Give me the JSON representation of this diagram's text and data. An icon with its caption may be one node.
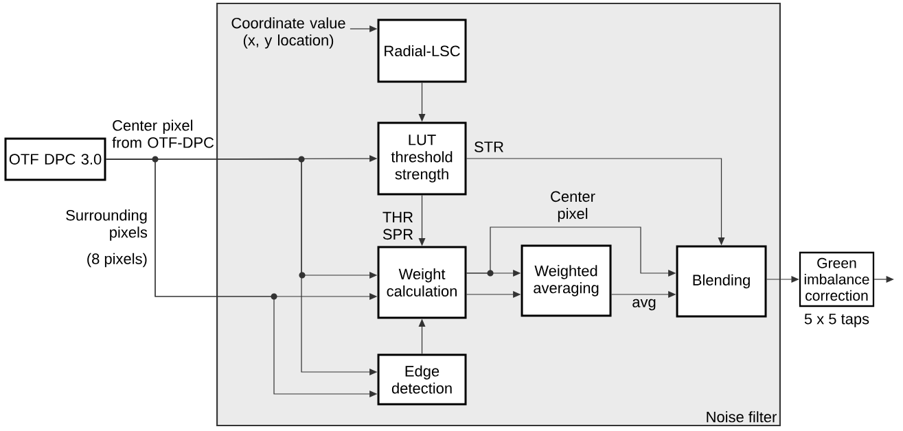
{
  "diagram": {
    "nodes": [
      {
        "text": [
          "Noise filter"
        ]
      },
      {
        "text": [
          "OTF DPC 3.0"
        ]
      },
      {
        "text": [
          "Coordinate value (x, y location)"
        ],
        "in": 0
      },
      {
        "text": [
          "Radial-LSC"
        ],
        "in": 0
      },
      {
        "text": [
          "LUT threshold strength"
        ],
        "in": 0
      },
      {
        "text": [
          "Weight calculation"
        ],
        "in": 0
      },
      {
        "text": [
          "Edge detection"
        ],
        "in": 0
      },
      {
        "text": [
          "Weighted averaging"
        ],
        "in": 0
      },
      {
        "text": [
          "Blending"
        ],
        "in": 0
      },
      {
        "text": [
          "Green imbalance correction"
        ],
        "beside": [
          "5 x 5 taps"
        ]
      }
    ],
    "edges": [
      {
        "from": 2,
        "to": 3,
        "arrow": "to"
      },
      {
        "from": 3,
        "to": 4,
        "arrow": "to"
      },
      {
        "from": 1,
        "to": 4,
        "arrow": "to",
        "label": "Center pixel from OTF-DPC"
      },
      {
        "from": 1,
        "to": 5,
        "arrow": "to"
      },
      {
        "from": 1,
        "to": 6,
        "arrow": "to"
      },
      {
        "from": 1,
        "to": 5,
        "arrow": "to",
        "label": "Surrounding pixels"
      },
      {
        "from": 1,
        "to": 6,
        "arrow": "to"
      },
      {
        "from": 4,
        "to": 5,
        "arrow": "to",
        "label": "THR SPR"
      },
      {
        "from": 4,
        "to": 8,
        "arrow": "to",
        "label": "STR"
      },
      {
        "from": 5,
        "to": 7,
        "arrow": "to"
      },
      {
        "from": 5,
        "to": 8,
        "arrow": "to",
        "label": "Center pixel"
      },
      {
        "from": 5,
        "to": 7,
        "arrow": "to"
      },
      {
        "from": 7,
        "to": 8,
        "arrow": "to",
        "label": "avg"
      },
      {
        "from": 6,
        "to": 5,
        "arrow": "to"
      },
      {
        "from": 8,
        "to": 9,
        "arrow": "to"
      },
      {
        "from": 9,
        "to": null,
        "arrow": "to"
      }
    ],
    "labels": [
      "(8 pixels)"
    ]
  }
}
